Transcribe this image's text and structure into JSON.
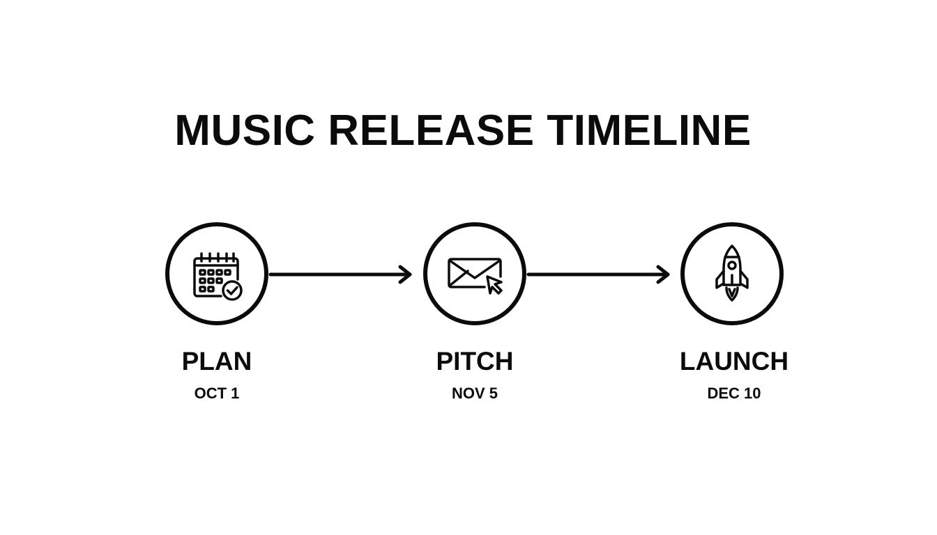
{
  "title": "MUSIC RELEASE TIMELINE",
  "stages": [
    {
      "label": "PLAN",
      "date": "OCT 1",
      "icon": "calendar-check-icon"
    },
    {
      "label": "PITCH",
      "date": "NOV 5",
      "icon": "envelope-cursor-icon"
    },
    {
      "label": "LAUNCH",
      "date": "DEC 10",
      "icon": "rocket-icon"
    }
  ],
  "colors": {
    "ink": "#0b0b0b",
    "background": "#ffffff"
  }
}
